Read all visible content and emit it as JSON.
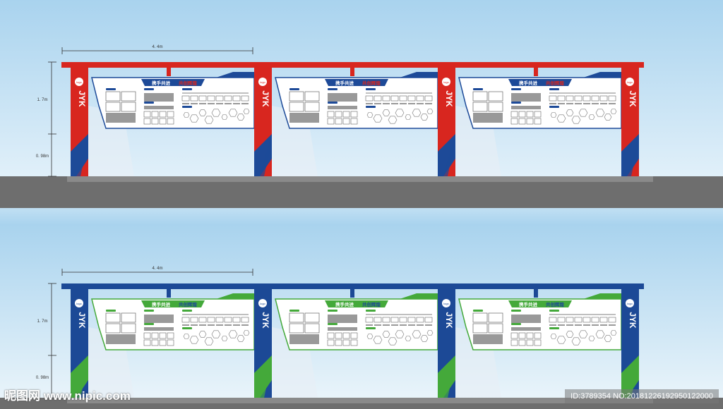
{
  "dimensions": {
    "width_label": "4. 4m",
    "upper_height_label": "1. 7m",
    "lower_height_label": "0. 98m"
  },
  "board": {
    "brand": "JYK",
    "logo_text": "logo",
    "header_title": "携手共进",
    "header_subtitle": "共创辉煌"
  },
  "variants": [
    {
      "name": "red-blue",
      "primary": "#d8261f",
      "secondary": "#1d4a98",
      "beam": "#d8261f"
    },
    {
      "name": "blue-green",
      "primary": "#1c4996",
      "secondary": "#44a93a",
      "beam": "#1c4996"
    }
  ],
  "watermark": {
    "site": "昵图网 www.nipic.com",
    "id": "ID:3789354 NO:20181226192950122000"
  }
}
